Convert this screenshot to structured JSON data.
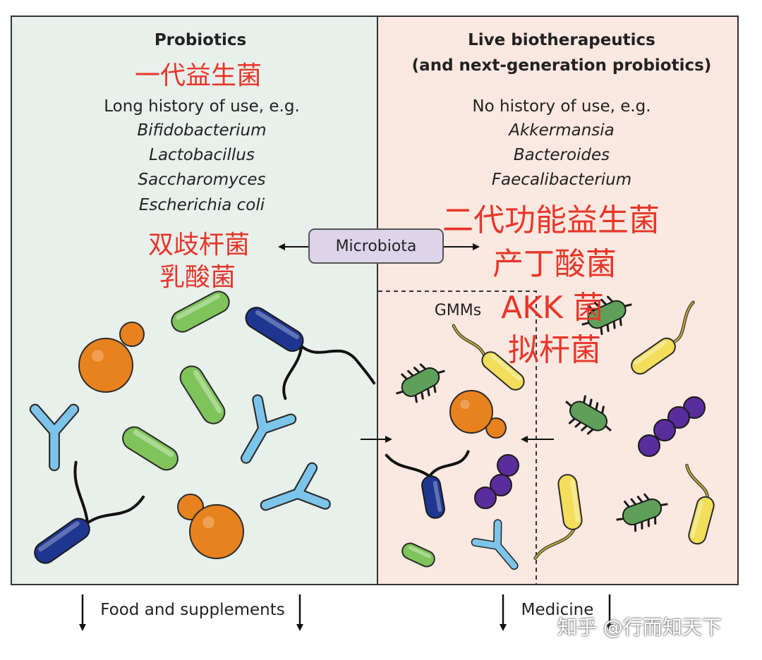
{
  "colors": {
    "left_panel_bg": "#e8f0eb",
    "right_panel_bg": "#fbe8e0",
    "annotation_red": "#e8362a",
    "microbiota_box": "#ddd4ec",
    "orange_yeast": "#e8821e",
    "green_rod": "#7ec45a",
    "blue_rod": "#1e3690",
    "light_blue_antibody": "#7dc4ea",
    "yellow_rod": "#f2de5a",
    "purple_coccus": "#5a2d9c",
    "bug_green": "#5ea05a"
  },
  "left": {
    "title": "Probiotics",
    "title_cn": "一代益生菌",
    "intro": "Long history of use, e.g.",
    "examples": [
      "Bifidobacterium",
      "Lactobacillus",
      "Saccharomyces",
      "Escherichia coli"
    ],
    "cn_labels": [
      "双歧杆菌",
      "乳酸菌"
    ]
  },
  "right": {
    "title_line1": "Live biotherapeutics",
    "title_line2": "(and next-generation probiotics)",
    "intro": "No history of use, e.g.",
    "examples": [
      "Akkermansia",
      "Bacteroides",
      "Faecalibacterium"
    ],
    "cn_labels": [
      "二代功能益生菌",
      "产丁酸菌",
      "AKK 菌",
      "拟杆菌"
    ],
    "gmm_label": "GMMs"
  },
  "center": {
    "microbiota": "Microbiota"
  },
  "bottom": {
    "food": "Food and supplements",
    "medicine": "Medicine"
  },
  "watermark": "知乎 @行而知天下"
}
